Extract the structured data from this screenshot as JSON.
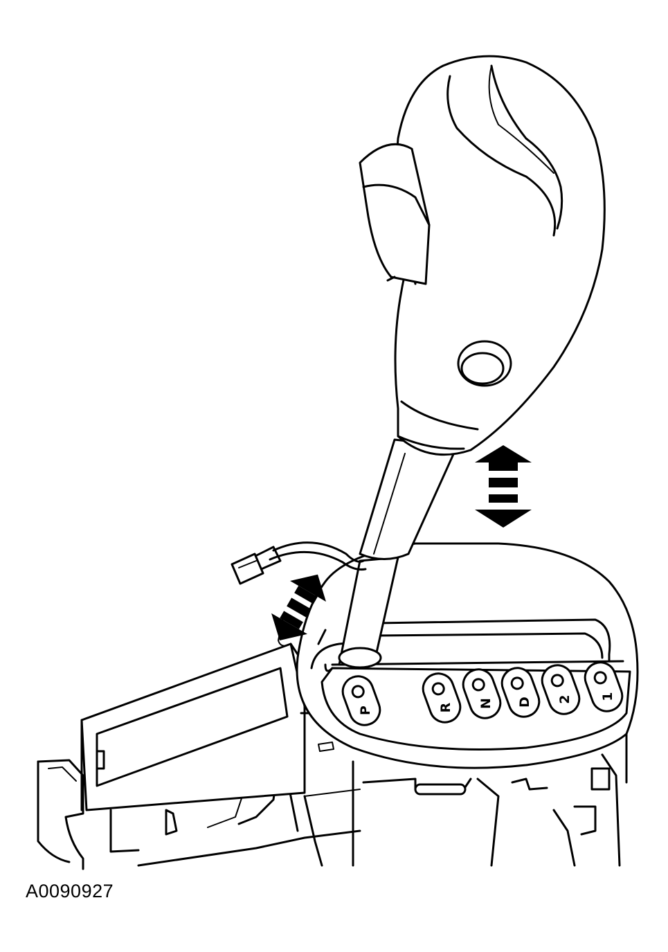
{
  "figure_id": "A0090927",
  "gear_positions": [
    "P",
    "R",
    "N",
    "D",
    "2",
    "1"
  ],
  "colors": {
    "ink": "#000000",
    "paper": "#ffffff"
  }
}
